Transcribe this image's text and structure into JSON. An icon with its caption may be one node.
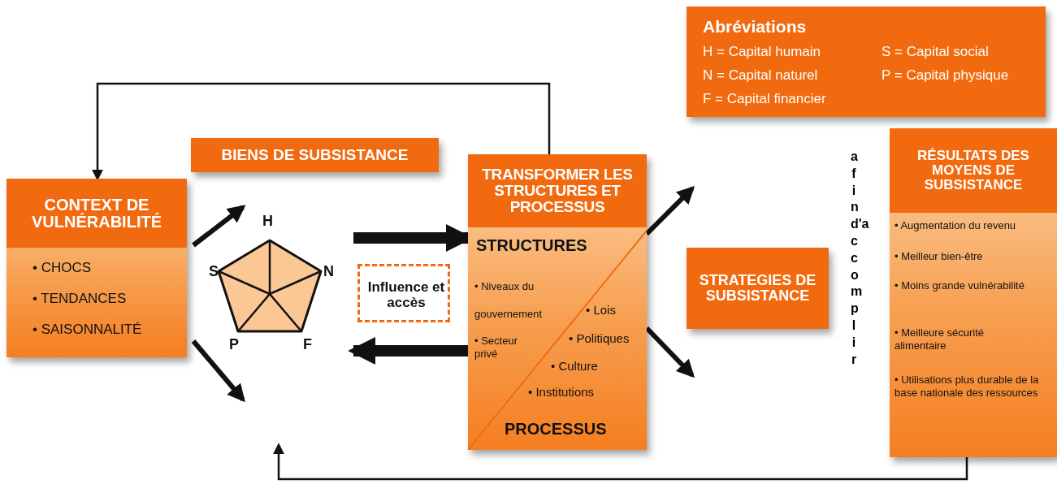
{
  "diagram": {
    "nodes": [
      {
        "text": [
          "Abréviations",
          "H = Capital humain",
          "S = Capital social",
          "N = Capital naturel",
          "P = Capital physique",
          "F = Capital financier"
        ]
      },
      {
        "text": [
          "CONTEXT DE VULNÉRABILITÉ",
          "• CHOCS",
          "• TENDANCES",
          "• SAISONNALITÉ"
        ]
      },
      {
        "text": [
          "BIENS DE SUBSISTANCE"
        ]
      },
      {
        "text": [
          "H",
          "S",
          "N",
          "P",
          "F"
        ]
      },
      {
        "text": [
          "Influence et accès"
        ]
      },
      {
        "text": [
          "TRANSFORMER LES STRUCTURES ET PROCESSUS",
          "STRUCTURES",
          "• Niveaux du gouvernement",
          "• Secteur privé",
          "• Lois",
          "• Politiques",
          "• Culture",
          "• Institutions",
          "PROCESSUS"
        ]
      },
      {
        "text": [
          "STRATEGIES DE SUBSISTANCE"
        ]
      },
      {
        "text": [
          "RÉSULTATS DES MOYENS DE SUBSISTANCE",
          "• Augmentation du revenu",
          "• Meilleur bien-être",
          "• Moins grande vulnérabilité",
          "• Meilleure sécurité alimentaire",
          "• Utilisations plus durable de la base nationale des ressources"
        ]
      }
    ],
    "edges": [
      {
        "from": 5,
        "to": 1,
        "arrow": "to"
      },
      {
        "from": 1,
        "to": 3,
        "arrow": "to"
      },
      {
        "from": 1,
        "to": 3,
        "arrow": "to"
      },
      {
        "from": 3,
        "to": 5,
        "arrow": "to",
        "style": "thick"
      },
      {
        "from": 5,
        "to": 3,
        "arrow": "to",
        "style": "thick"
      },
      {
        "from": 5,
        "to": null,
        "arrow": "to"
      },
      {
        "from": 5,
        "to": null,
        "arrow": "to"
      },
      {
        "from": 7,
        "to": null,
        "arrow": "to"
      }
    ],
    "labels": [
      "afin d'accomplir"
    ]
  }
}
